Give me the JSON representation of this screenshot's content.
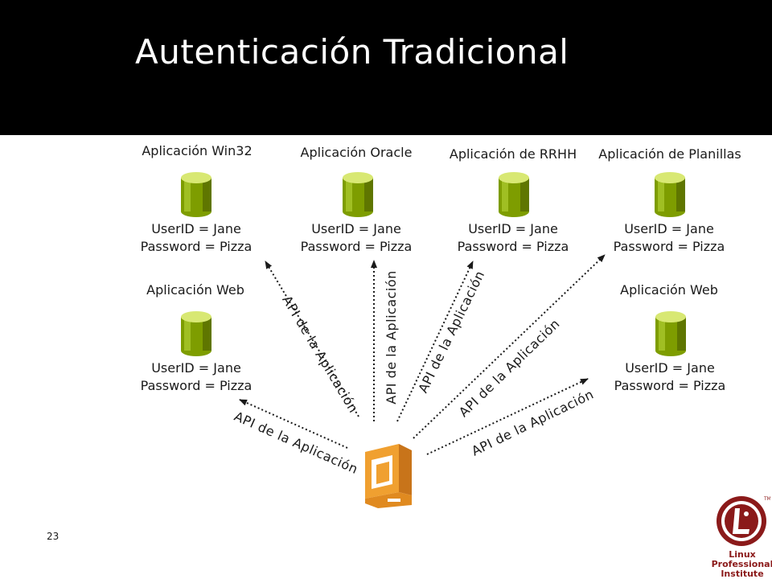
{
  "title": "Autenticación Tradicional",
  "apps": [
    {
      "name": "Aplicación Win32",
      "user": "UserID = Jane",
      "password": "Password = Pizza"
    },
    {
      "name": "Aplicación Oracle",
      "user": "UserID = Jane",
      "password": "Password = Pizza"
    },
    {
      "name": "Aplicación de RRHH",
      "user": "UserID = Jane",
      "password": "Password = Pizza"
    },
    {
      "name": "Aplicación de Planillas",
      "user": "UserID = Jane",
      "password": "Password = Pizza"
    },
    {
      "name": "Aplicación Web",
      "user": "UserID = Jane",
      "password": "Password = Pizza"
    },
    {
      "name": "Aplicación Web",
      "user": "UserID = Jane",
      "password": "Password = Pizza"
    }
  ],
  "api_labels": [
    "API de la Aplicación",
    "API de la Aplicación",
    "API de la Aplicación",
    "API de la Aplicación",
    "API de la Aplicación",
    "API de la Aplicación"
  ],
  "page_number": "23",
  "logo": {
    "lines": [
      "Linux",
      "Professional",
      "Institute"
    ],
    "color": "#8b1a1a"
  },
  "colors": {
    "database": "#8db000",
    "computer": "#e8901a",
    "header": "#000000"
  }
}
